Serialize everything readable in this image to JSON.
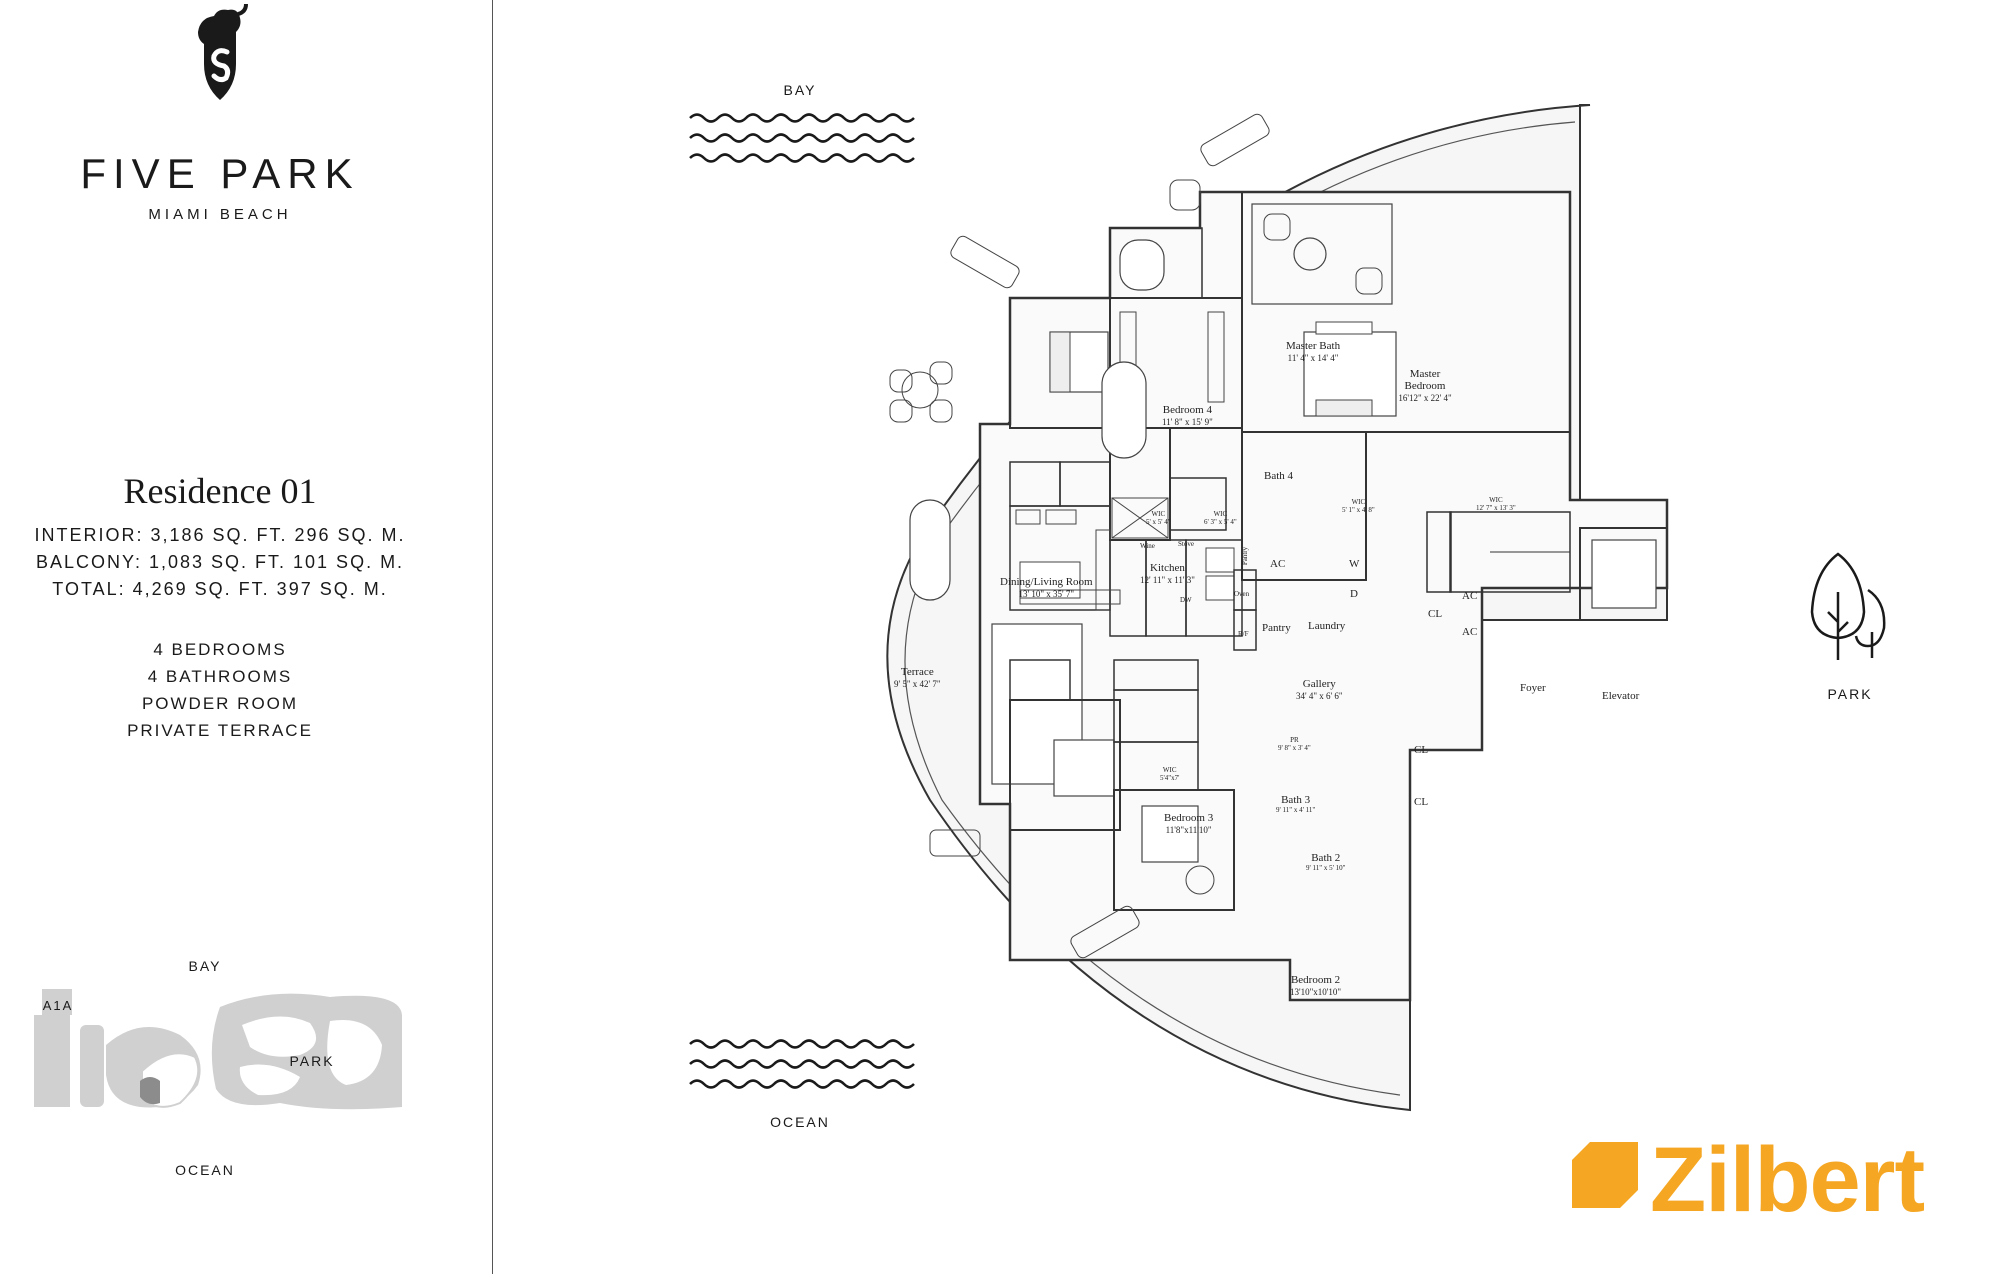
{
  "brand": {
    "name": "FIVE PARK",
    "location": "MIAMI BEACH"
  },
  "residence": {
    "title": "Residence 01",
    "interior": "INTERIOR: 3,186 SQ. FT.   296 SQ. M.",
    "balcony": "BALCONY: 1,083 SQ. FT.   101 SQ. M.",
    "total": "TOTAL: 4,269 SQ. FT.   397 SQ. M."
  },
  "features": [
    "4 BEDROOMS",
    "4 BATHROOMS",
    "POWDER ROOM",
    "PRIVATE TERRACE"
  ],
  "keymap": {
    "bay": "BAY",
    "ocean": "OCEAN",
    "park": "PARK",
    "road": "A1A"
  },
  "directions": {
    "bay": "BAY",
    "ocean": "OCEAN",
    "park": "PARK"
  },
  "rooms": {
    "master_bath": {
      "name": "Master Bath",
      "dims": "11' 4\" x 14' 4\""
    },
    "master_bedroom": {
      "name": "Master Bedroom",
      "dims": "16'12\" x 22' 4\""
    },
    "bedroom4": {
      "name": "Bedroom 4",
      "dims": "11' 8\" x 15' 9\""
    },
    "bath4": {
      "name": "Bath 4"
    },
    "wic_main": {
      "name": "WIC",
      "dims": "12' 7\" x 13' 3\""
    },
    "wic_bath4": {
      "name": "WIC",
      "dims": "5' 1\" x 4' 8\""
    },
    "wic_a": {
      "name": "WIC",
      "dims": "5' x 5' 4\""
    },
    "wic_b": {
      "name": "WIC",
      "dims": "6' 3\" x 5' 4\""
    },
    "wine": "Wine",
    "stove": "Stove",
    "pantry_small": "Pantry",
    "oven": "Oven",
    "rf": "R/F",
    "dw": "DW",
    "kitchen": {
      "name": "Kitchen",
      "dims": "12' 11\" x 11' 3\""
    },
    "dining": {
      "name": "Dining/Living Room",
      "dims": "13' 10\" x 35' 7\""
    },
    "terrace": {
      "name": "Terrace",
      "dims": "9' 5\" x 42' 7\""
    },
    "ac1": "AC",
    "ac2": "AC",
    "ac3": "AC",
    "w": "W",
    "d": "D",
    "pantry": "Pantry",
    "laundry": "Laundry",
    "cl1": "CL",
    "cl2": "CL",
    "cl3": "CL",
    "gallery": {
      "name": "Gallery",
      "dims": "34' 4\" x 6' 6\""
    },
    "foyer": "Foyer",
    "elevator": "Elevator",
    "pr": {
      "name": "PR",
      "dims": "9' 8\" x 3' 4\""
    },
    "wic_bed3": {
      "name": "WIC",
      "dims": "5'4\"x7'"
    },
    "bath3": {
      "name": "Bath 3",
      "dims": "9' 11\" x 4' 11\""
    },
    "bedroom3": {
      "name": "Bedroom 3",
      "dims": "11'8\"x11'10\""
    },
    "bath2": {
      "name": "Bath 2",
      "dims": "9' 11\" x 5' 10\""
    },
    "bedroom2": {
      "name": "Bedroom 2",
      "dims": "13'10\"x10'10\""
    }
  },
  "developer": {
    "name": "Zilbert"
  },
  "colors": {
    "accent": "#f5a623",
    "keymap_gray": "#d0d0d0",
    "keymap_highlight": "#8c8c8c"
  }
}
